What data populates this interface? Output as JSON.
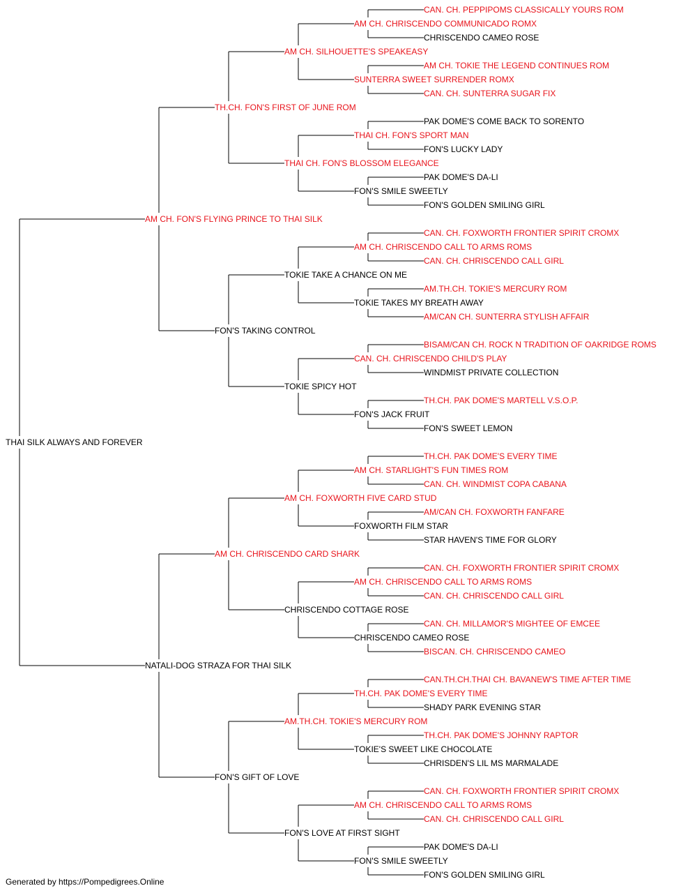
{
  "colors": {
    "champion": "#e8131b",
    "regular": "#000000",
    "line": "#000000"
  },
  "pedigree": [
    {
      "level": 0,
      "name": "THAI SILK ALWAYS AND FOREVER",
      "champion": false
    },
    {
      "level": 1,
      "name": "AM CH. FON'S FLYING PRINCE TO THAI SILK",
      "champion": true
    },
    {
      "level": 1,
      "name": "NATALI-DOG STRAZA FOR THAI SILK",
      "champion": false
    },
    {
      "level": 2,
      "name": "TH.CH. FON'S FIRST OF JUNE ROM",
      "champion": true
    },
    {
      "level": 2,
      "name": "FON'S TAKING CONTROL",
      "champion": false
    },
    {
      "level": 2,
      "name": "AM CH. CHRISCENDO CARD SHARK",
      "champion": true
    },
    {
      "level": 2,
      "name": "FON'S GIFT OF LOVE",
      "champion": false
    },
    {
      "level": 3,
      "name": "AM CH. SILHOUETTE'S SPEAKEASY",
      "champion": true
    },
    {
      "level": 3,
      "name": "THAI CH. FON'S BLOSSOM ELEGANCE",
      "champion": true
    },
    {
      "level": 3,
      "name": "TOKIE TAKE A CHANCE ON ME",
      "champion": false
    },
    {
      "level": 3,
      "name": "TOKIE SPICY HOT",
      "champion": false
    },
    {
      "level": 3,
      "name": "AM CH. FOXWORTH FIVE CARD STUD",
      "champion": true
    },
    {
      "level": 3,
      "name": "CHRISCENDO COTTAGE ROSE",
      "champion": false
    },
    {
      "level": 3,
      "name": "AM.TH.CH. TOKIE'S MERCURY ROM",
      "champion": true
    },
    {
      "level": 3,
      "name": "FON'S LOVE AT FIRST SIGHT",
      "champion": false
    },
    {
      "level": 4,
      "name": "AM CH. CHRISCENDO COMMUNICADO ROMX",
      "champion": true
    },
    {
      "level": 4,
      "name": "SUNTERRA SWEET SURRENDER ROMX",
      "champion": true
    },
    {
      "level": 4,
      "name": "THAI CH. FON'S SPORT MAN",
      "champion": true
    },
    {
      "level": 4,
      "name": "FON'S SMILE SWEETLY",
      "champion": false
    },
    {
      "level": 4,
      "name": "AM CH. CHRISCENDO CALL TO ARMS ROMS",
      "champion": true
    },
    {
      "level": 4,
      "name": "TOKIE TAKES MY BREATH AWAY",
      "champion": false
    },
    {
      "level": 4,
      "name": "CAN. CH. CHRISCENDO CHILD'S PLAY",
      "champion": true
    },
    {
      "level": 4,
      "name": "FON'S JACK FRUIT",
      "champion": false
    },
    {
      "level": 4,
      "name": "AM CH. STARLIGHT'S FUN TIMES ROM",
      "champion": true
    },
    {
      "level": 4,
      "name": "FOXWORTH FILM STAR",
      "champion": false
    },
    {
      "level": 4,
      "name": "AM CH. CHRISCENDO CALL TO ARMS ROMS",
      "champion": true
    },
    {
      "level": 4,
      "name": "CHRISCENDO CAMEO ROSE",
      "champion": false
    },
    {
      "level": 4,
      "name": "TH.CH. PAK DOME'S EVERY TIME",
      "champion": true
    },
    {
      "level": 4,
      "name": "TOKIE'S SWEET LIKE CHOCOLATE",
      "champion": false
    },
    {
      "level": 4,
      "name": "AM CH. CHRISCENDO CALL TO ARMS ROMS",
      "champion": true
    },
    {
      "level": 4,
      "name": "FON'S SMILE SWEETLY",
      "champion": false
    },
    {
      "level": 5,
      "name": "CAN. CH. PEPPIPOMS CLASSICALLY YOURS ROM",
      "champion": true
    },
    {
      "level": 5,
      "name": "CHRISCENDO CAMEO ROSE",
      "champion": false
    },
    {
      "level": 5,
      "name": "AM CH. TOKIE THE LEGEND CONTINUES ROM",
      "champion": true
    },
    {
      "level": 5,
      "name": "CAN. CH. SUNTERRA SUGAR FIX",
      "champion": true
    },
    {
      "level": 5,
      "name": "PAK DOME'S COME BACK TO SORENTO",
      "champion": false
    },
    {
      "level": 5,
      "name": "FON'S LUCKY LADY",
      "champion": false
    },
    {
      "level": 5,
      "name": "PAK DOME'S DA-LI",
      "champion": false
    },
    {
      "level": 5,
      "name": "FON'S GOLDEN SMILING GIRL",
      "champion": false
    },
    {
      "level": 5,
      "name": "CAN. CH. FOXWORTH FRONTIER SPIRIT CROMX",
      "champion": true
    },
    {
      "level": 5,
      "name": "CAN. CH. CHRISCENDO CALL GIRL",
      "champion": true
    },
    {
      "level": 5,
      "name": "AM.TH.CH. TOKIE'S MERCURY ROM",
      "champion": true
    },
    {
      "level": 5,
      "name": "AM/CAN CH. SUNTERRA STYLISH AFFAIR",
      "champion": true
    },
    {
      "level": 5,
      "name": "BISAM/CAN CH. ROCK N TRADITION OF OAKRIDGE ROMS",
      "champion": true
    },
    {
      "level": 5,
      "name": "WINDMIST PRIVATE COLLECTION",
      "champion": false
    },
    {
      "level": 5,
      "name": "TH.CH. PAK DOME'S MARTELL V.S.O.P.",
      "champion": true
    },
    {
      "level": 5,
      "name": "FON'S SWEET LEMON",
      "champion": false
    },
    {
      "level": 5,
      "name": "TH.CH. PAK DOME'S EVERY TIME",
      "champion": true
    },
    {
      "level": 5,
      "name": "CAN. CH. WINDMIST COPA CABANA",
      "champion": true
    },
    {
      "level": 5,
      "name": "AM/CAN CH. FOXWORTH FANFARE",
      "champion": true
    },
    {
      "level": 5,
      "name": "STAR HAVEN'S TIME FOR GLORY",
      "champion": false
    },
    {
      "level": 5,
      "name": "CAN. CH. FOXWORTH FRONTIER SPIRIT CROMX",
      "champion": true
    },
    {
      "level": 5,
      "name": "CAN. CH. CHRISCENDO CALL GIRL",
      "champion": true
    },
    {
      "level": 5,
      "name": "CAN. CH. MILLAMOR'S MIGHTEE OF EMCEE",
      "champion": true
    },
    {
      "level": 5,
      "name": "BISCAN. CH. CHRISCENDO CAMEO",
      "champion": true
    },
    {
      "level": 5,
      "name": "CAN.TH.CH.THAI CH. BAVANEW'S TIME AFTER TIME",
      "champion": true
    },
    {
      "level": 5,
      "name": "SHADY PARK EVENING STAR",
      "champion": false
    },
    {
      "level": 5,
      "name": "TH.CH. PAK DOME'S JOHNNY RAPTOR",
      "champion": true
    },
    {
      "level": 5,
      "name": "CHRISDEN'S LIL MS MARMALADE",
      "champion": false
    },
    {
      "level": 5,
      "name": "CAN. CH. FOXWORTH FRONTIER SPIRIT CROMX",
      "champion": true
    },
    {
      "level": 5,
      "name": "CAN. CH. CHRISCENDO CALL GIRL",
      "champion": true
    },
    {
      "level": 5,
      "name": "PAK DOME'S DA-LI",
      "champion": false
    },
    {
      "level": 5,
      "name": "FON'S GOLDEN SMILING GIRL",
      "champion": false
    }
  ],
  "footer": {
    "text": "Generated by https://Pompedigrees.Online"
  }
}
